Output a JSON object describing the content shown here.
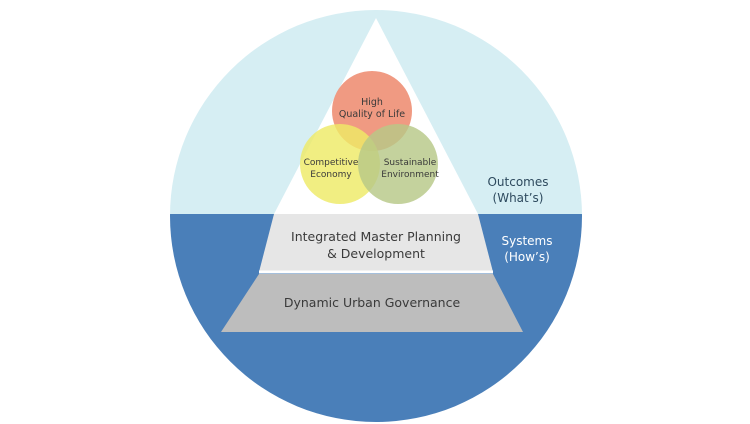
{
  "circles": {
    "top": {
      "line1": "High",
      "line2": "Quality of Life"
    },
    "left": {
      "line1": "Competitive",
      "line2": "Economy"
    },
    "right": {
      "line1": "Sustainable",
      "line2": "Environment"
    }
  },
  "layers": {
    "middle": {
      "line1": "Integrated Master Planning",
      "line2": "& Development"
    },
    "bottom": {
      "label": "Dynamic Urban Governance"
    }
  },
  "side_labels": {
    "outcomes": {
      "line1": "Outcomes",
      "line2": "(What’s)"
    },
    "systems": {
      "line1": "Systems",
      "line2": "(How’s)"
    }
  },
  "colors": {
    "sky": "#d6eef3",
    "blue": "#4a7fb9",
    "tier_light": "#e6e6e6",
    "tier_dark": "#bdbdbd",
    "circle_top": "#ee8f74",
    "circle_left": "#eeea66",
    "circle_right": "#b7c888"
  }
}
